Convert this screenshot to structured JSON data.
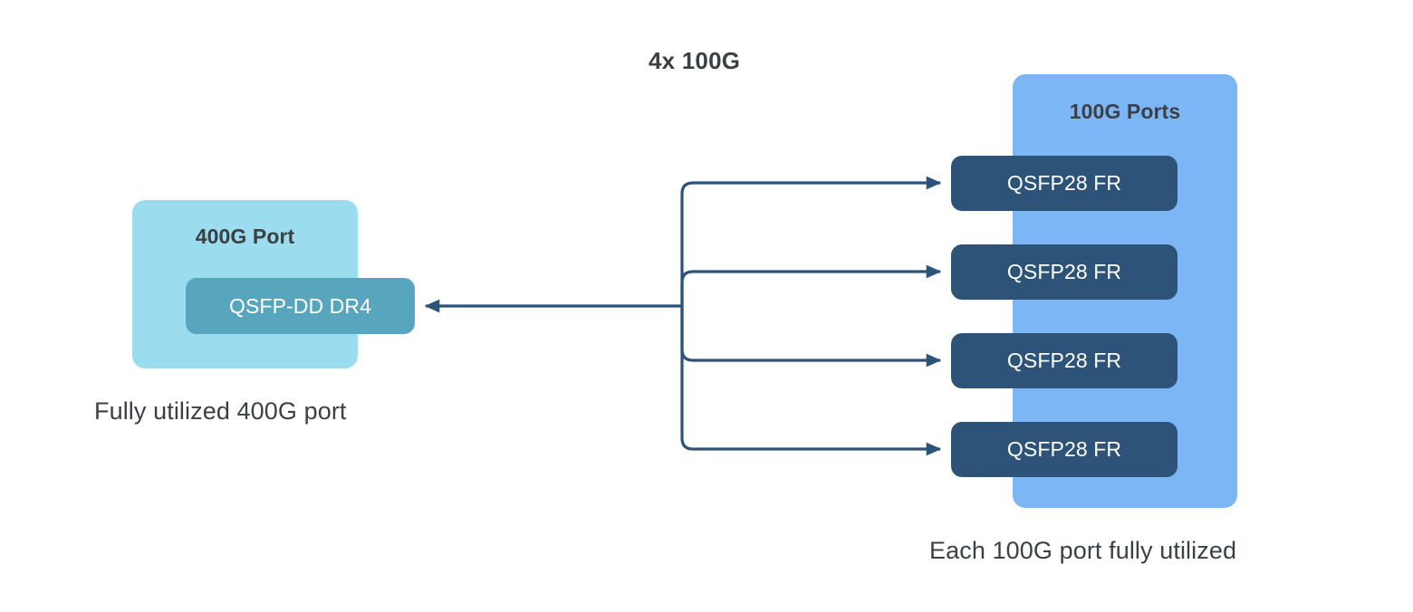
{
  "diagram": {
    "title_label": "4x 100G",
    "left": {
      "panel_label": "400G Port",
      "module_label": "QSFP-DD DR4",
      "caption": "Fully utilized 400G port"
    },
    "right": {
      "panel_label": "100G Ports",
      "caption": "Each 100G port fully utilized",
      "modules": [
        {
          "label": "QSFP28 FR"
        },
        {
          "label": "QSFP28 FR"
        },
        {
          "label": "QSFP28 FR"
        },
        {
          "label": "QSFP28 FR"
        }
      ]
    },
    "colors": {
      "panel_400g": "#9bddee",
      "module_qsfpdd": "#57a6bd",
      "panel_100g": "#7db6f5",
      "module_qsfp28": "#2d5379",
      "connector": "#2d5379",
      "text_dark": "#3b4044",
      "text_light": "#ffffff",
      "background": "#ffffff"
    }
  }
}
